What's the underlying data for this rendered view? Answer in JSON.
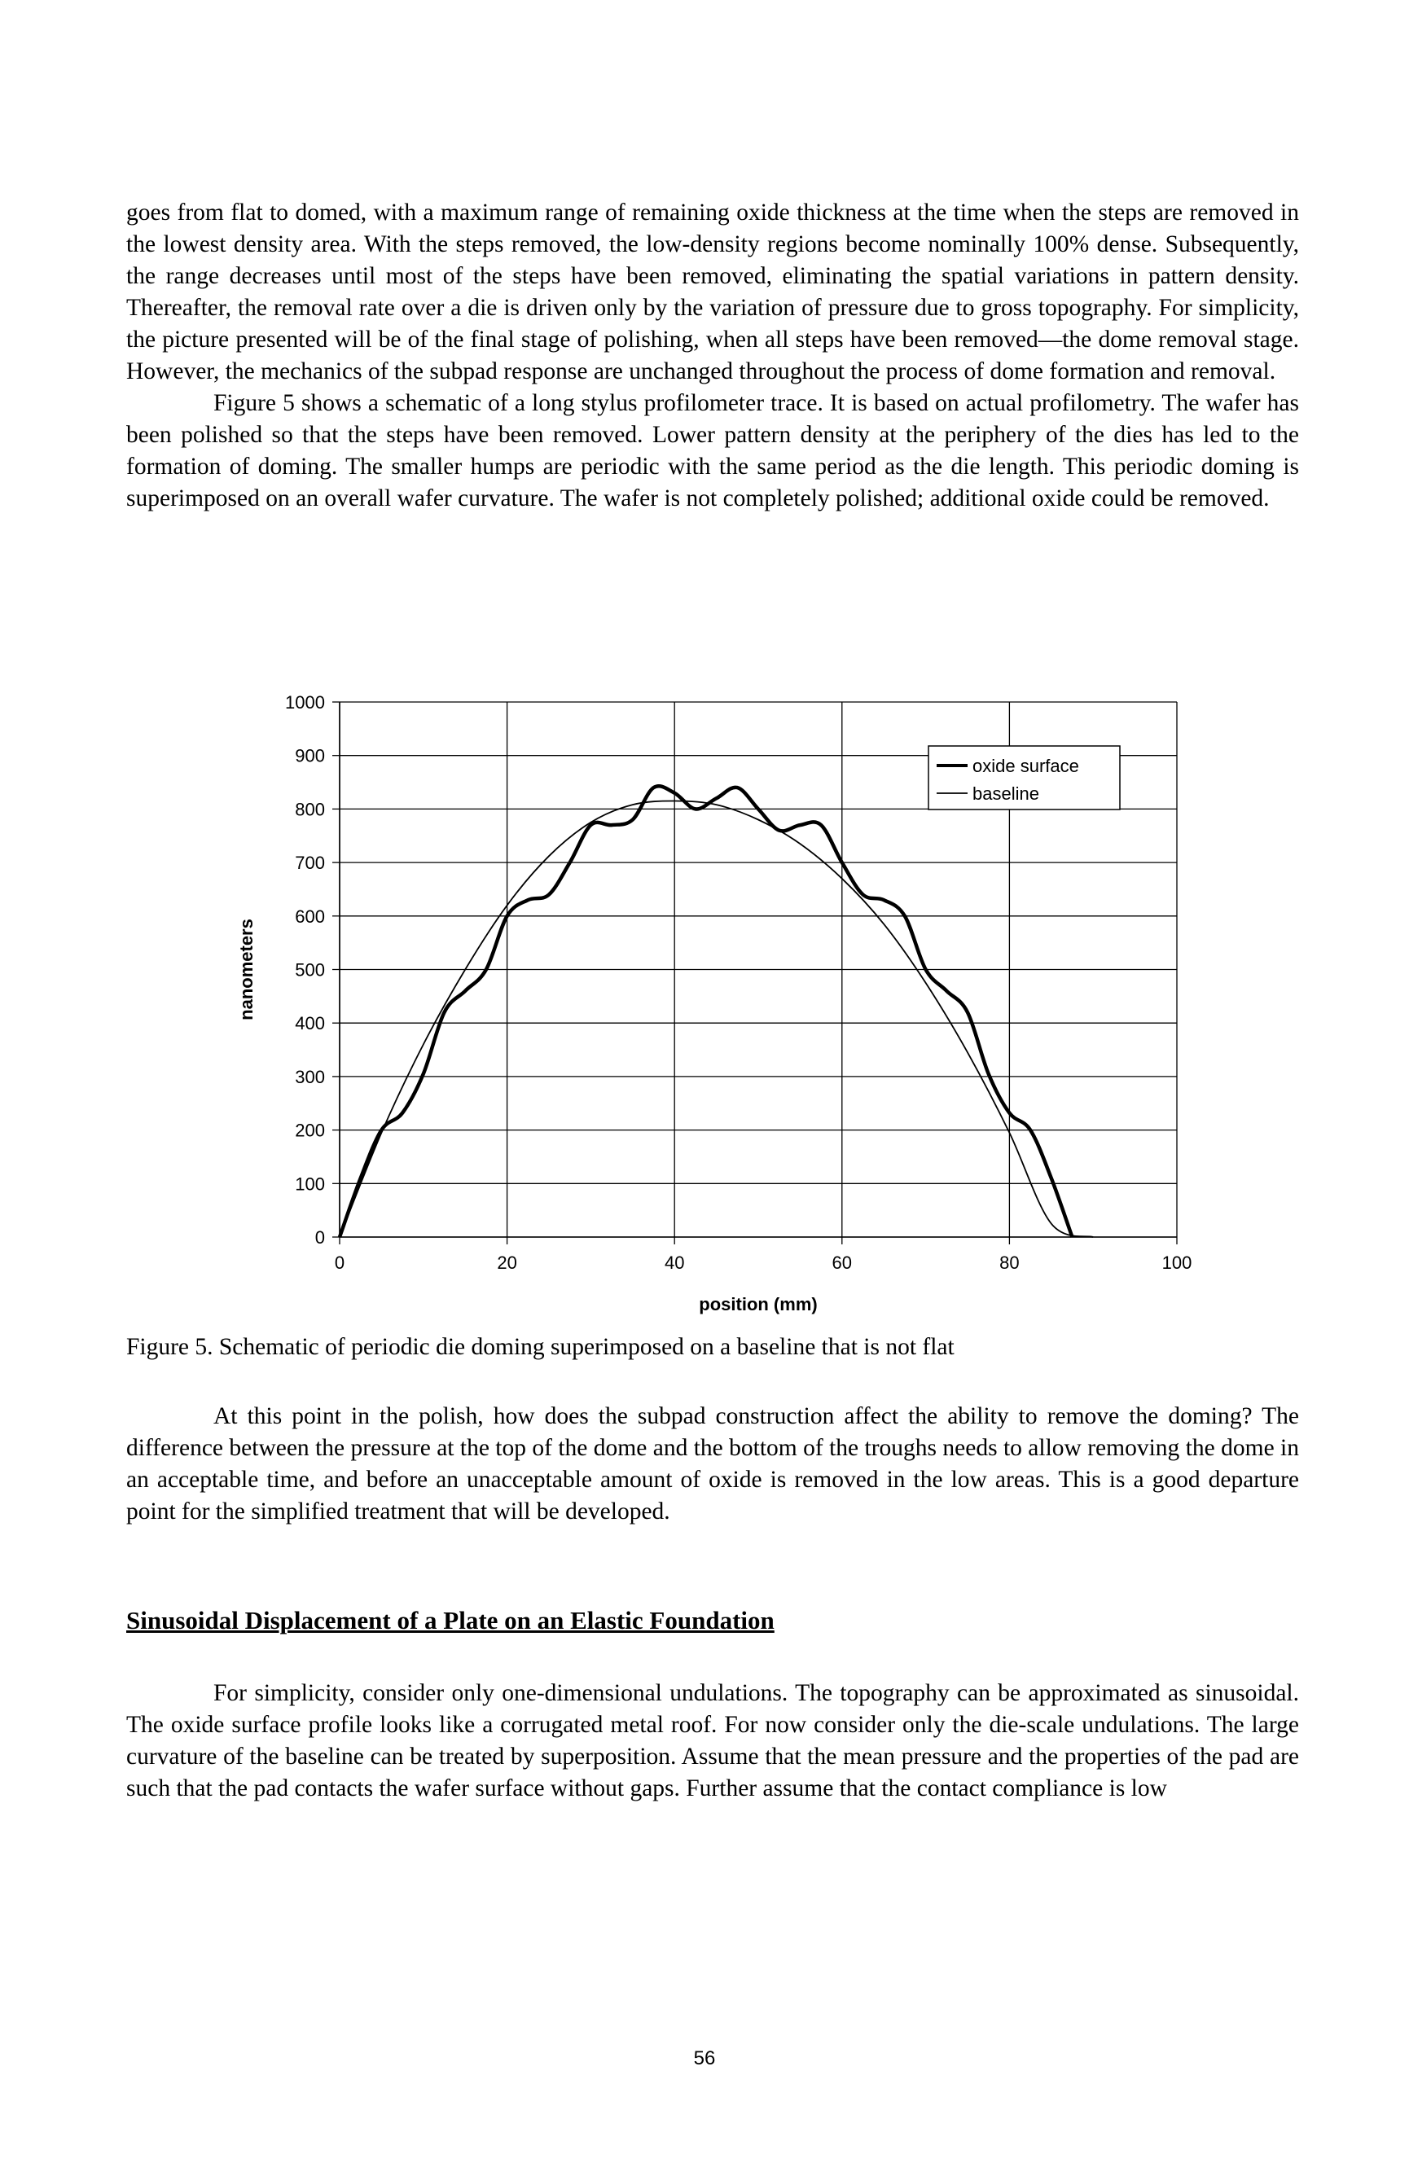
{
  "paragraphs": [
    "goes from flat to domed, with a maximum range of remaining oxide thickness at the time when the steps are removed in the lowest density area. With the steps removed, the low-density regions become nominally 100% dense. Subsequently, the range decreases until most of the steps have been removed, eliminating the spatial variations in pattern density. Thereafter, the removal rate over a die is driven only by the variation of pressure due to gross topography. For simplicity, the picture presented will be of the final stage of polishing, when all steps have been removed—the dome removal stage. However, the mechanics of the subpad response are unchanged throughout the process of dome formation and removal.",
    "Figure 5 shows a schematic of a long stylus profilometer trace. It is based on actual profilometry. The wafer has been polished so that the steps have been removed. Lower pattern density at the periphery of the dies has led to the formation of doming. The smaller humps are periodic with the same period as the die length. This periodic doming is superimposed on an overall wafer curvature. The wafer is not completely polished; additional oxide could be removed.",
    "At this point in the polish, how does the subpad construction affect the ability to remove the doming? The difference between the pressure at the top of the dome and the bottom of the troughs needs to allow removing the dome in an acceptable time, and before an unacceptable amount of oxide is removed in the low areas. This is a good departure point for the simplified treatment that will be developed.",
    "For simplicity, consider only one-dimensional undulations. The topography can be approximated as sinusoidal. The oxide surface profile looks like a corrugated metal roof. For now consider only the die-scale undulations. The large curvature of the baseline can be treated by superposition. Assume that the mean pressure and the properties of the pad are such that the pad contacts the wafer surface without gaps. Further assume that the contact compliance is low"
  ],
  "caption": "Figure 5. Schematic of periodic die doming superimposed on a baseline that is not flat",
  "heading": "Sinusoidal Displacement of a Plate on an Elastic Foundation",
  "page_number": "56",
  "chart_data": {
    "type": "line",
    "xlabel": "position (mm)",
    "ylabel": "nanometers",
    "xlim": [
      0,
      100
    ],
    "ylim": [
      0,
      1000
    ],
    "x_ticks": [
      "0",
      "20",
      "40",
      "60",
      "80",
      "100"
    ],
    "y_ticks": [
      "0",
      "100",
      "200",
      "300",
      "400",
      "500",
      "600",
      "700",
      "800",
      "900",
      "1000"
    ],
    "grid": true,
    "legend": "top-right",
    "series": [
      {
        "name": "oxide surface",
        "color": "#000000",
        "width": "thick",
        "x": [
          0,
          2.5,
          5,
          7.5,
          10,
          12.5,
          15,
          17.5,
          20,
          22.5,
          25,
          27.5,
          30,
          32.5,
          35,
          37.5,
          40,
          42.5,
          45,
          47.5,
          50,
          52.5,
          55,
          57.5,
          60,
          62.5,
          65,
          67.5,
          70,
          72.5,
          75,
          77.5,
          80,
          82.5,
          85,
          87.5,
          90,
          92.5,
          95,
          97.5,
          100
        ],
        "y": [
          0,
          110,
          200,
          232,
          305,
          420,
          460,
          500,
          600,
          630,
          640,
          700,
          770,
          770,
          780,
          840,
          830,
          800,
          820,
          840,
          800,
          760,
          770,
          770,
          700,
          640,
          630,
          600,
          500,
          460,
          420,
          305,
          232,
          200,
          110,
          0,
          0,
          0,
          0,
          0,
          0
        ]
      },
      {
        "name": "baseline",
        "color": "#000000",
        "width": "thin",
        "x": [
          0,
          5,
          10,
          15,
          20,
          25,
          30,
          35,
          40,
          45,
          50,
          55,
          60,
          65,
          70,
          75,
          80,
          85,
          90,
          95,
          100
        ],
        "y": [
          0,
          195,
          360,
          500,
          620,
          712,
          775,
          808,
          815,
          808,
          780,
          735,
          670,
          585,
          475,
          345,
          195,
          25,
          0,
          0,
          0
        ]
      }
    ]
  }
}
